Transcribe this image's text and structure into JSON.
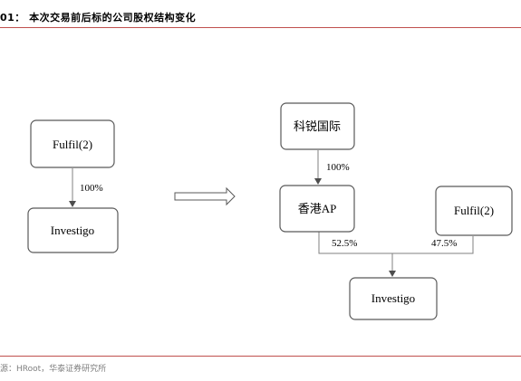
{
  "figure": {
    "title": "01：  本次交易前后标的公司股权结构变化",
    "source": "源：HRoot，华泰证券研究所"
  },
  "before": {
    "nodes": {
      "fulfil": "Fulfil(2)",
      "investigo": "Investigo"
    },
    "edges": {
      "fulfil_to_investigo": "100%"
    }
  },
  "after": {
    "nodes": {
      "keyue": "科锐国际",
      "hk_ap": "香港AP",
      "fulfil": "Fulfil(2)",
      "investigo": "Investigo"
    },
    "edges": {
      "keyue_to_hk_ap": "100%",
      "hk_ap_to_investigo": "52.5%",
      "fulfil_to_investigo": "47.5%"
    }
  },
  "colors": {
    "rule": "#c0504d",
    "box_stroke": "#595959",
    "connector": "#808080"
  }
}
